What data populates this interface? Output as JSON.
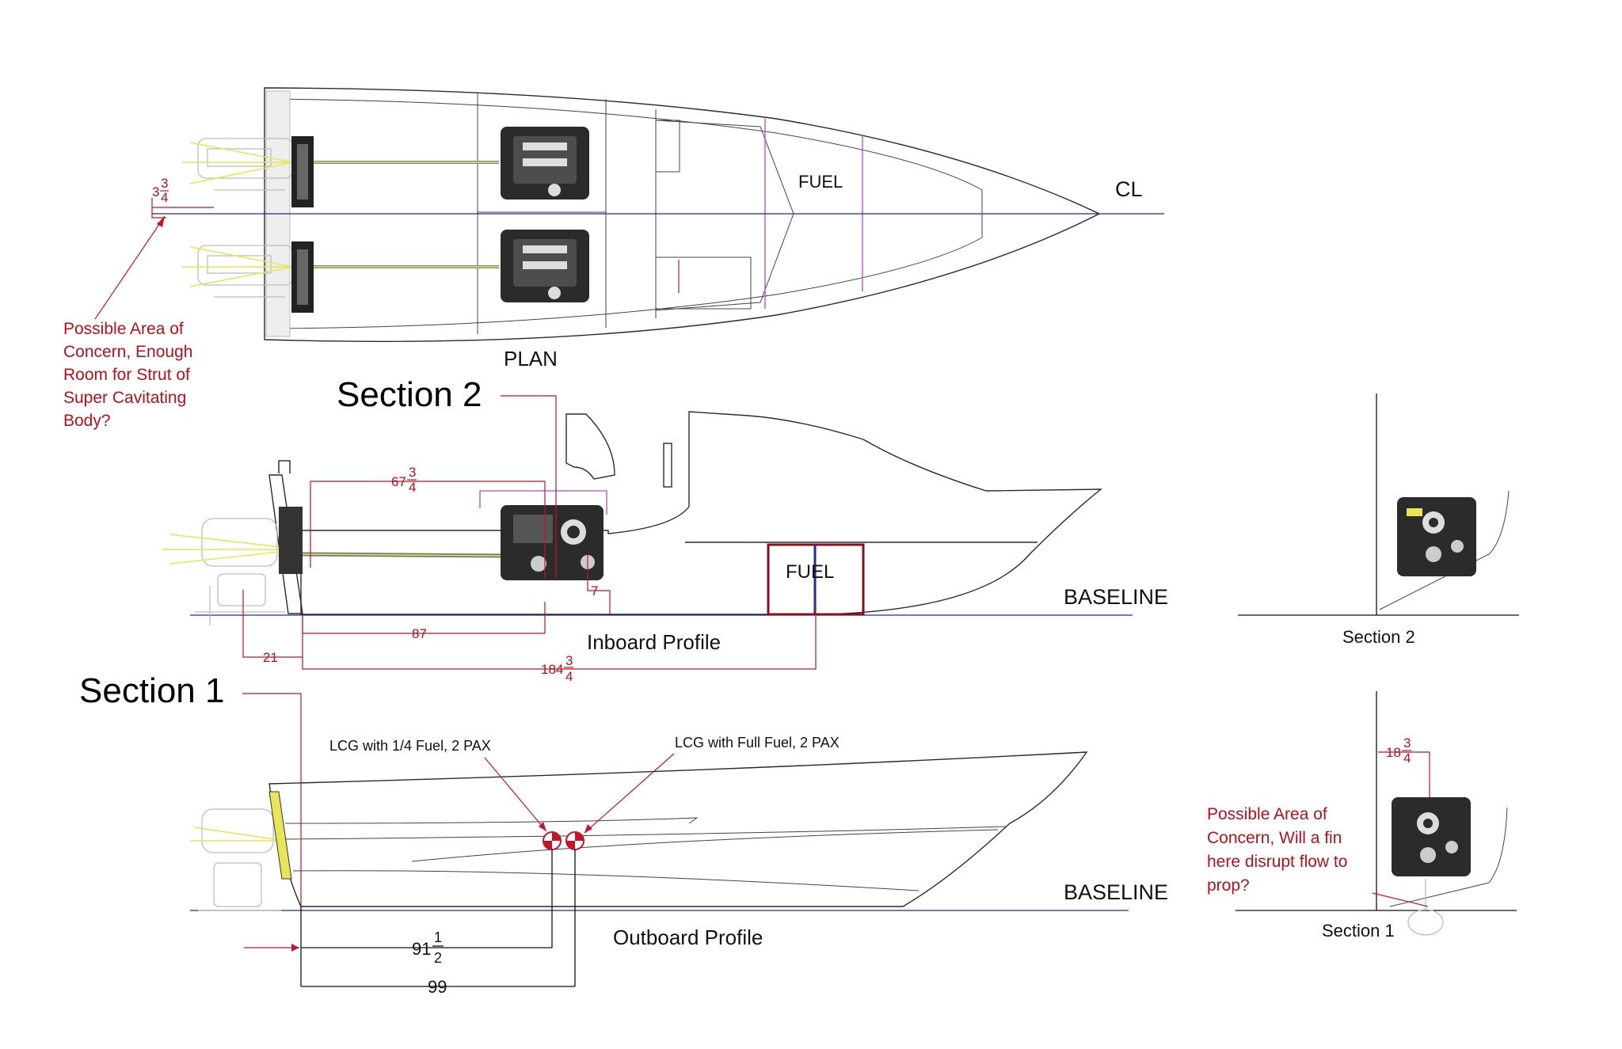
{
  "plan": {
    "title": "PLAN",
    "centerline_label": "CL",
    "fuel_label": "FUEL",
    "dim_offset": {
      "whole": "3",
      "num": "3",
      "den": "4"
    },
    "note_lines": [
      "Possible Area of",
      "Concern, Enough",
      "Room for Strut of",
      "Super Cavitating",
      "Body?"
    ]
  },
  "inboard": {
    "title": "Inboard Profile",
    "baseline_label": "BASELINE",
    "fuel_label": "FUEL",
    "section2_label": "Section 2",
    "dim_engine_fwd": {
      "whole": "67",
      "num": "3",
      "den": "4"
    },
    "dim_shaft_height": "7",
    "dim_engine_x": "87",
    "dim_transom": "21",
    "dim_fuel_x": {
      "whole": "184",
      "num": "3",
      "den": "4"
    }
  },
  "outboard": {
    "title": "Outboard Profile",
    "baseline_label": "BASELINE",
    "section1_label": "Section 1",
    "lcg_quarter_label": "LCG with 1/4 Fuel, 2 PAX",
    "lcg_full_label": "LCG with Full Fuel, 2 PAX",
    "dim_lcg_quarter": {
      "whole": "91",
      "num": "1",
      "den": "2"
    },
    "dim_lcg_full": "99"
  },
  "section2": {
    "title": "Section 2"
  },
  "section1": {
    "title": "Section 1",
    "dim_height": {
      "whole": "18",
      "num": "3",
      "den": "4"
    },
    "note_lines": [
      "Possible Area of",
      "Concern, Will a fin",
      "here disrupt flow to",
      "prop?"
    ]
  },
  "colors": {
    "dimension": "#b3121c",
    "centerline": "#1b2aa6",
    "structure": "#b04ad0",
    "hull": "#2a2a2a"
  }
}
